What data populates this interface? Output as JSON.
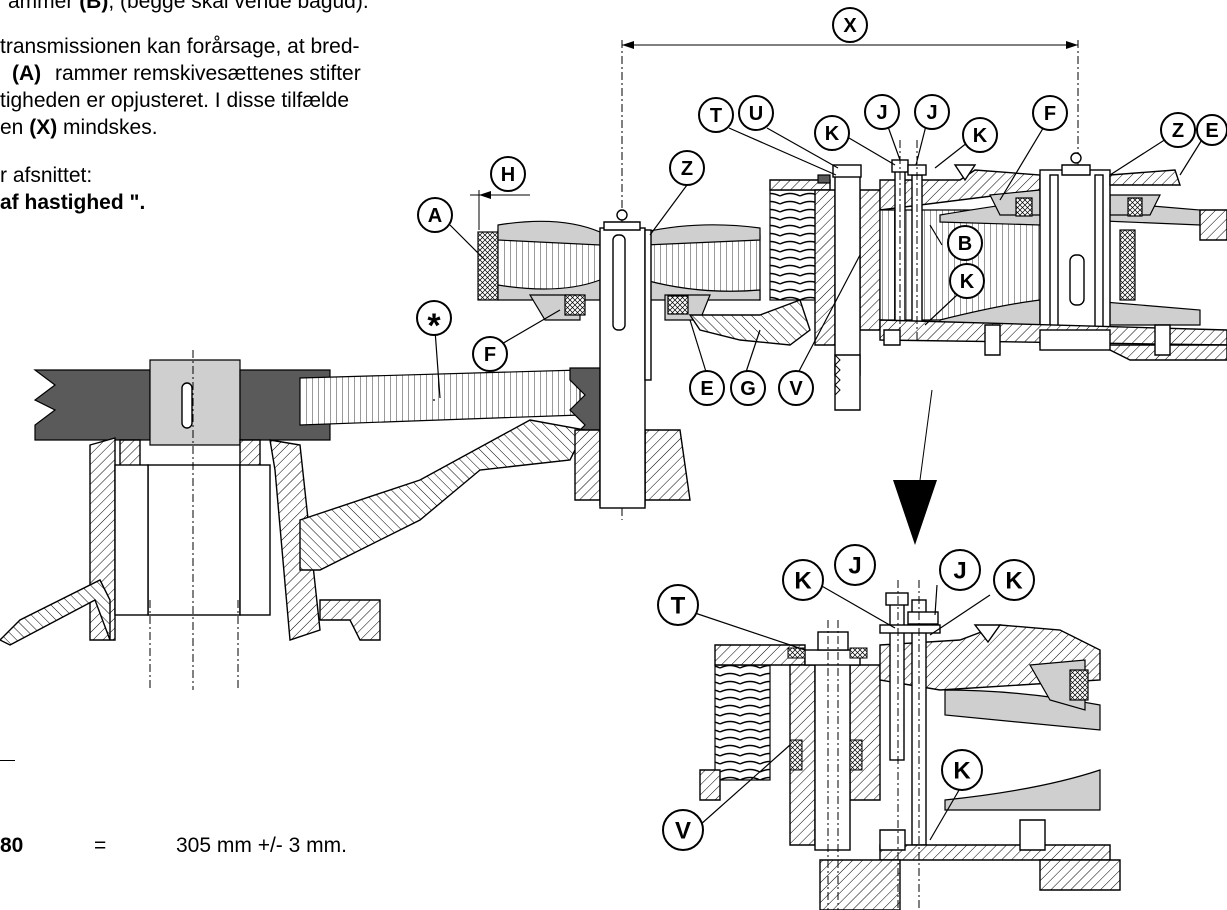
{
  "text": {
    "line1_a": "ammer ",
    "line1_b": "(B)",
    "line1_c": ", (begge skal vende bagud).",
    "line2": "transmissionen kan forårsage, at bred-",
    "line3_a": "(A)",
    "line3_b": "rammer remskivesættenes stifter",
    "line4": "tigheden er opjusteret. I disse tilfælde",
    "line5_a": "en ",
    "line5_b": "(X)",
    "line5_c": " mindskes.",
    "line6": "r afsnittet:",
    "line7": "af hastighed \".",
    "spec_label": "80",
    "spec_eq": "=",
    "spec_value": "305 mm +/- 3 mm."
  },
  "callouts": {
    "x": "X",
    "t": "T",
    "u": "U",
    "j1": "J",
    "j2": "J",
    "k1": "K",
    "k2": "K",
    "f_top": "F",
    "z_right": "Z",
    "e_right": "E",
    "h": "H",
    "z_left": "Z",
    "a": "A",
    "b": "B",
    "k3": "K",
    "star": "*",
    "f_left": "F",
    "e_left": "E",
    "g": "G",
    "v": "V",
    "t2": "T",
    "k4": "K",
    "j3": "J",
    "j4": "J",
    "k5": "K",
    "k6": "K",
    "v2": "V"
  },
  "colors": {
    "ink": "#000000",
    "fill_dark": "#5a5a5a",
    "fill_light": "#cfcfcf",
    "paper": "#ffffff"
  }
}
